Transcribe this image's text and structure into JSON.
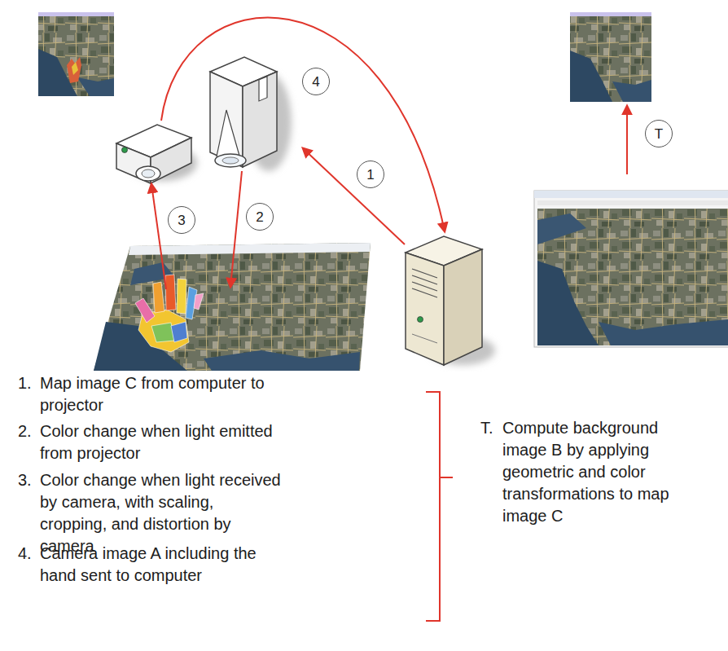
{
  "diagram": {
    "nodes": [
      {
        "text": [
          "4"
        ]
      },
      {
        "text": [
          "T"
        ]
      },
      {
        "text": [
          "1"
        ]
      },
      {
        "text": [
          "3"
        ]
      },
      {
        "text": [
          "2"
        ]
      }
    ],
    "labels": [
      "1.",
      "Map image C from computer to projector",
      "2.",
      "Color change when light emitted from projector",
      "3.",
      "Color change when light received by camera, with scaling, cropping, and distortion by camera",
      "4.",
      "Camera image A including the hand sent to computer",
      "T.",
      "Compute background image B by applying geometric and color transformations to map image C"
    ]
  }
}
